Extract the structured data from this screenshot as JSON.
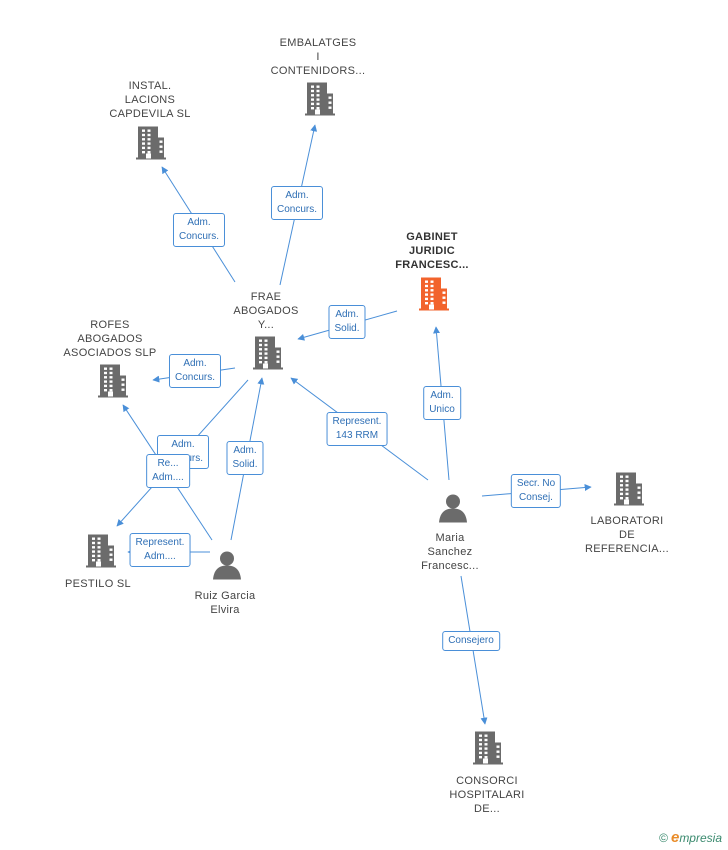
{
  "colors": {
    "edge": "#4a8fd8",
    "company": "#6b6b6b",
    "highlight": "#f2632c",
    "person": "#6b6b6b"
  },
  "nodes": [
    {
      "id": "frae",
      "type": "company",
      "label": [
        "FRAE",
        "ABOGADOS",
        "Y..."
      ]
    },
    {
      "id": "embalatges",
      "type": "company",
      "label": [
        "EMBALATGES",
        "I",
        "CONTENIDORS..."
      ]
    },
    {
      "id": "instal",
      "type": "company",
      "label": [
        "INSTAL.",
        "LACIONS",
        "CAPDEVILA SL"
      ]
    },
    {
      "id": "gabinet",
      "type": "company",
      "highlight": true,
      "label": [
        "GABINET",
        "JURIDIC",
        "FRANCESC..."
      ]
    },
    {
      "id": "rofes",
      "type": "company",
      "label": [
        "ROFES",
        "ABOGADOS",
        "ASOCIADOS SLP"
      ]
    },
    {
      "id": "pestilo",
      "type": "company",
      "label": [
        "PESTILO SL"
      ]
    },
    {
      "id": "ruiz",
      "type": "person",
      "label": [
        "Ruiz Garcia",
        "Elvira"
      ]
    },
    {
      "id": "maria",
      "type": "person",
      "label": [
        "Maria",
        "Sanchez",
        "Francesc..."
      ]
    },
    {
      "id": "laboratori",
      "type": "company",
      "label": [
        "LABORATORI",
        "DE",
        "REFERENCIA..."
      ]
    },
    {
      "id": "consorci",
      "type": "company",
      "label": [
        "CONSORCI",
        "HOSPITALARI",
        "DE..."
      ]
    }
  ],
  "edges": [
    {
      "from": "frae",
      "to": "embalatges",
      "label": [
        "Adm.",
        "Concurs."
      ]
    },
    {
      "from": "frae",
      "to": "instal",
      "label": [
        "Adm.",
        "Concurs."
      ]
    },
    {
      "from": "gabinet",
      "to": "frae",
      "label": [
        "Adm.",
        "Solid."
      ]
    },
    {
      "from": "frae",
      "to": "rofes",
      "label": [
        "Adm.",
        "Concurs."
      ]
    },
    {
      "from": "frae",
      "to": "pestilo",
      "label": [
        "Adm.",
        "Concurs."
      ]
    },
    {
      "from": "ruiz",
      "to": "frae",
      "label": [
        "Adm.",
        "Solid."
      ]
    },
    {
      "from": "ruiz",
      "to": "rofes",
      "label": [
        "Re...",
        "Adm...."
      ]
    },
    {
      "from": "ruiz",
      "to": "pestilo",
      "label": [
        "Represent.",
        "Adm...."
      ]
    },
    {
      "from": "maria",
      "to": "frae",
      "label": [
        "Represent.",
        "143 RRM"
      ]
    },
    {
      "from": "maria",
      "to": "gabinet",
      "label": [
        "Adm.",
        "Unico"
      ]
    },
    {
      "from": "maria",
      "to": "laboratori",
      "label": [
        "Secr. No",
        "Consej."
      ]
    },
    {
      "from": "maria",
      "to": "consorci",
      "label": [
        "Consejero"
      ]
    }
  ],
  "brand": {
    "copyright": "©",
    "initial": "e",
    "name": "mpresia"
  }
}
